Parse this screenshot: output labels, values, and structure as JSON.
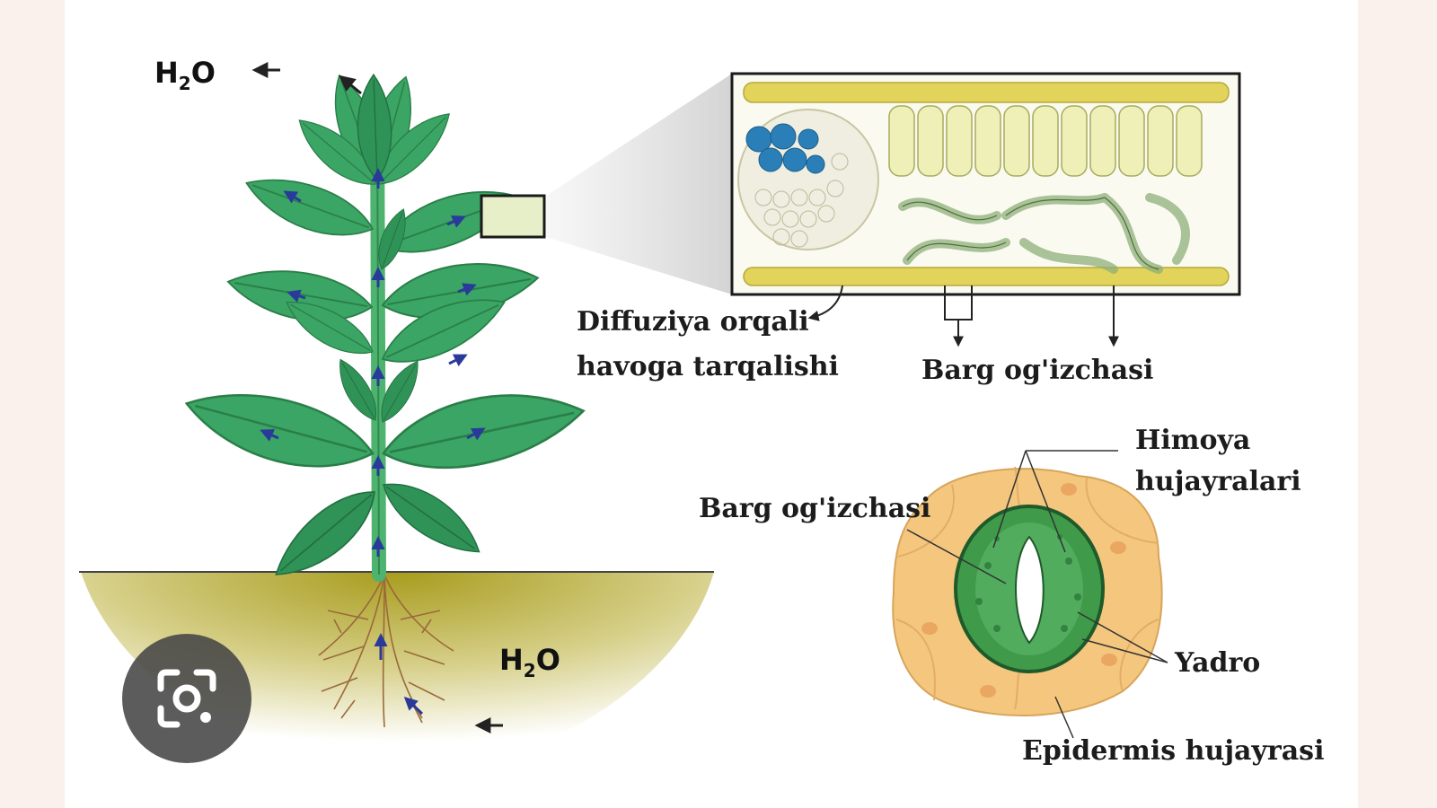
{
  "labels": {
    "h2o_top": "H",
    "h2o_top_sub": "2",
    "h2o_top_o": "O",
    "h2o_bottom": "H",
    "h2o_bottom_sub": "2",
    "h2o_bottom_o": "O",
    "diffusion_line1": "Diffuziya orqali",
    "diffusion_line2": "havoga tarqalishi",
    "stoma_upper": "Barg og'izchasi",
    "stoma_lower": "Barg og'izchasi",
    "guard_cells_line1": "Himoya",
    "guard_cells_line2": "hujayralari",
    "nucleus": "Yadro",
    "epidermis_cell": "Epidermis hujayrasi"
  },
  "icons": {
    "lens_button": "camera-search-icon"
  },
  "colors": {
    "leaf": "#3aa564",
    "stem": "#4db36f",
    "soil": "#b5a828",
    "arrow": "#2a3a9a",
    "epidermis": "#f5c77e",
    "guard": "#3f9b4a"
  }
}
